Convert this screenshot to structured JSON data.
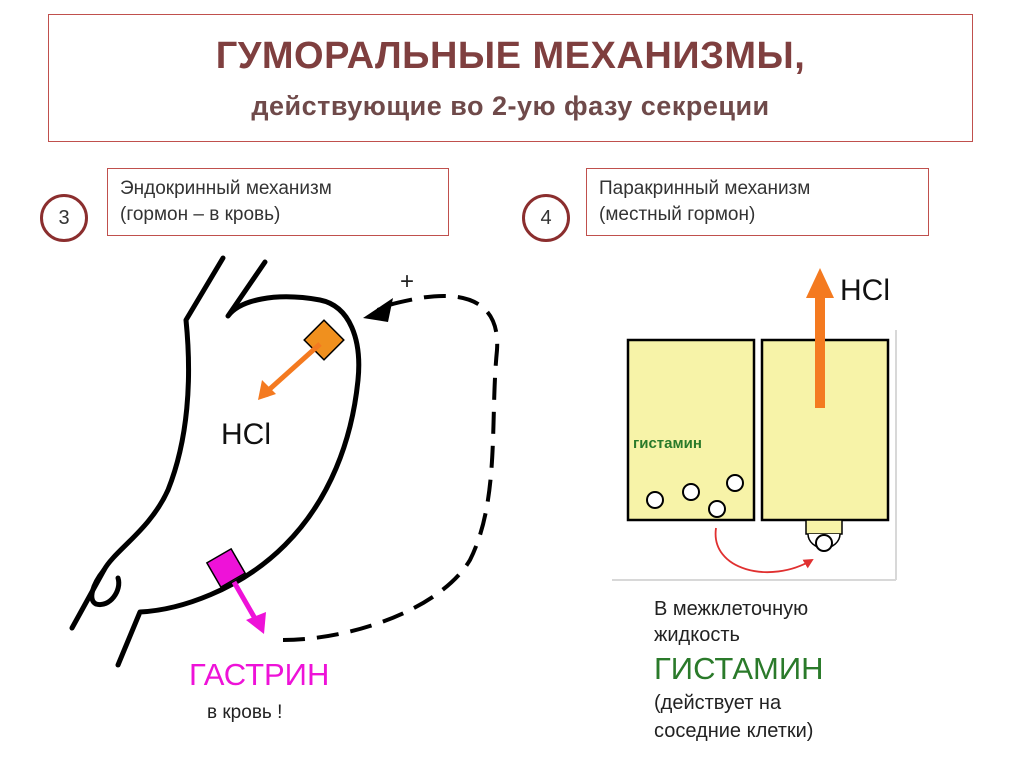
{
  "title": {
    "main": "ГУМОРАЛЬНЫЕ МЕХАНИЗМЫ,",
    "sub": "действующие во 2-ую фазу секреции"
  },
  "left_panel": {
    "number": "3",
    "box_line1": "Эндокринный механизм",
    "box_line2": "(гормон – в кровь)",
    "plus_sign": "+",
    "hcl_label": "HCl",
    "gastrin_label": "ГАСТРИН",
    "gastrin_note": "в кровь !"
  },
  "right_panel": {
    "number": "4",
    "box_line1": "Паракринный механизм",
    "box_line2": "(местный гормон)",
    "hcl_label": "HCl",
    "histamine_cell_label": "гистамин",
    "caption_line1": "В межклеточную",
    "caption_line2": "жидкость",
    "caption_histamine": "ГИСТАМИН",
    "caption_line3": "(действует на",
    "caption_line4": "соседние клетки)"
  },
  "colors": {
    "frame_red": "#c0504d",
    "title_brown": "#7f3f3f",
    "circle_border": "#8b2e2e",
    "hcl_arrow_orange": "#f47a20",
    "hormone_square_orange": "#f0901e",
    "gastrin_magenta": "#ee12d8",
    "histamine_green": "#2a7a2a",
    "cell_fill_yellow": "#f7f3a8",
    "curved_arrow_red": "#e03030"
  },
  "icons": {
    "stomach": "stomach-outline",
    "hormone": "square-marker",
    "granules": "circle-granules"
  }
}
